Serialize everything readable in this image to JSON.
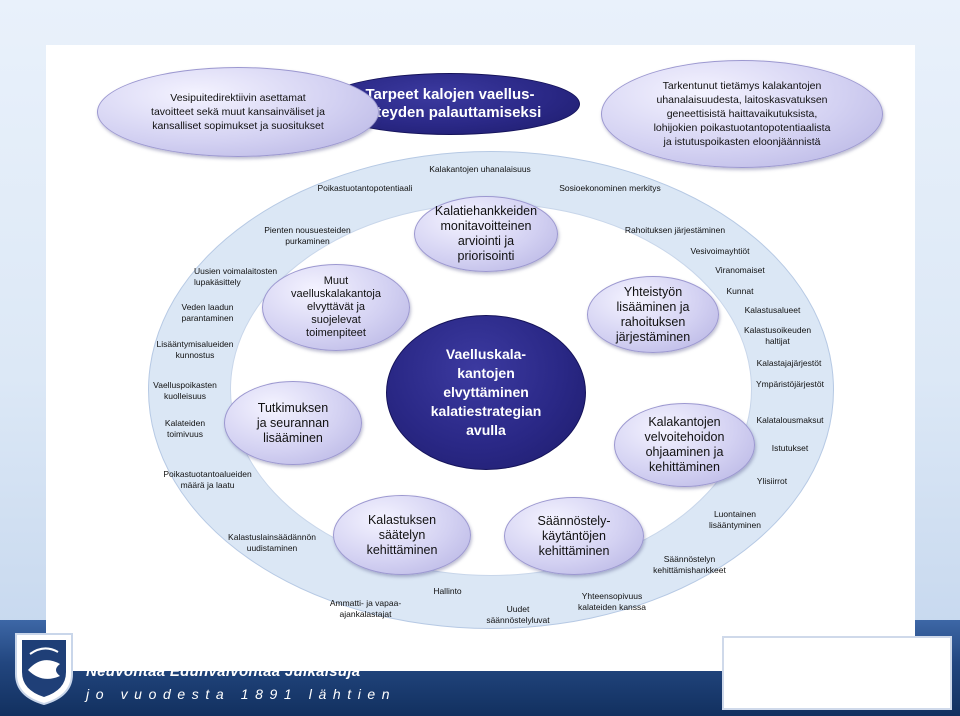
{
  "diagram": {
    "title": "Tarpeet kalojen vaellus-\nyhteyden palauttamiseksi",
    "left_oval": "Vesipuitedirektiivin asettamat\ntavoitteet sekä muut kansainväliset ja\nkansalliset sopimukset ja suositukset",
    "right_oval": "Tarkentunut tietämys kalakantojen\nuhanalaisuudesta, laitoskasvatuksen\ngeneettisistä haittavaikutuksista,\nlohijokien poikastuotantopotentiaalista\nja istutuspoikasten eloonjäännistä",
    "center": "Vaelluskala-\nkantojen\nelvyttäminen\nkalatiestrategian\navulla",
    "nodes": {
      "top": "Kalatiehankkeiden\nmonitavoitteinen\narviointi ja\npriorisointi",
      "upper_right": "Yhteistyön\nlisääminen ja\nrahoituksen\njärjestäminen",
      "right": "Kalakantojen\nvelvoitehoidon\nohjaaminen ja\nkehittäminen",
      "lower_right": "Säännöstely-\nkäytäntöjen\nkehittäminen",
      "lower_left": "Kalastuksen\nsäätelyn\nkehittäminen",
      "left": "Tutkimuksen\nja seurannan\nlisääminen",
      "upper_left": "Muut\nvaelluskalakantoja\nelvyttävät ja\nsuojelevat\ntoimenpiteet"
    },
    "ring_labels": {
      "kalakantojen_uhanalaisuus": "Kalakantojen uhanalaisuus",
      "poikastuotantopotentiaali": "Poikastuotantopotentiaali",
      "sosioekonominen": "Sosioekonominen merkitys",
      "pienten_nousuesteiden": "Pienten nousuesteiden\npurkaminen",
      "rahoituksen": "Rahoituksen järjestäminen",
      "vesivoimayhtiot": "Vesivoimayhtiöt",
      "uusien_voimalaitosten": "Uusien voimalaitosten\nlupakäsittely",
      "viranomaiset": "Viranomaiset",
      "kunnat": "Kunnat",
      "veden_laadun": "Veden laadun\nparantaminen",
      "kalastusalueet": "Kalastusalueet",
      "kalastusoikeuden": "Kalastusoikeuden\nhaltijat",
      "lisaantymisalueiden": "Lisääntymisalueiden\nkunnostus",
      "kalastajajarjestot": "Kalastajajärjestöt",
      "vaelluspoikasten": "Vaelluspoikasten\nkuolleisuus",
      "ymparistojarjestot": "Ympäristöjärjestöt",
      "kalateiden_toimivuus": "Kalateiden\ntoimivuus",
      "kalatalousmaksut": "Kalatalousmaksut",
      "istutukset": "Istutukset",
      "poikastuotantoalueiden": "Poikastuotantoalueiden\nmäärä ja laatu",
      "ylisiirrot": "Ylisiirrot",
      "luontainen": "Luontainen\nlisääntyminen",
      "kalastuslainsaadannon": "Kalastuslainsäädännön\nuudistaminen",
      "saannostelyn_hankkeet": "Säännöstelyn\nkehittämishankkeet",
      "hallinto": "Hallinto",
      "ammatti": "Ammatti- ja vapaa-\najankalastajat",
      "uudet_luvat": "Uudet\nsäännöstelyluvat",
      "yhteensopivuus": "Yhteensopivuus\nkalateiden kanssa"
    }
  },
  "footer": {
    "line1": "Neuvontaa Edunvalvontaa Julkaisuja",
    "line2": "jo vuodesta 1891 lähtien"
  },
  "colors": {
    "dark_oval": "#2a2886",
    "light_oval": "#d3d1f2",
    "ring": "#dbe7f5",
    "footer_band": "#22467f"
  },
  "icons": {
    "logo": "fish-shield-logo-icon"
  }
}
